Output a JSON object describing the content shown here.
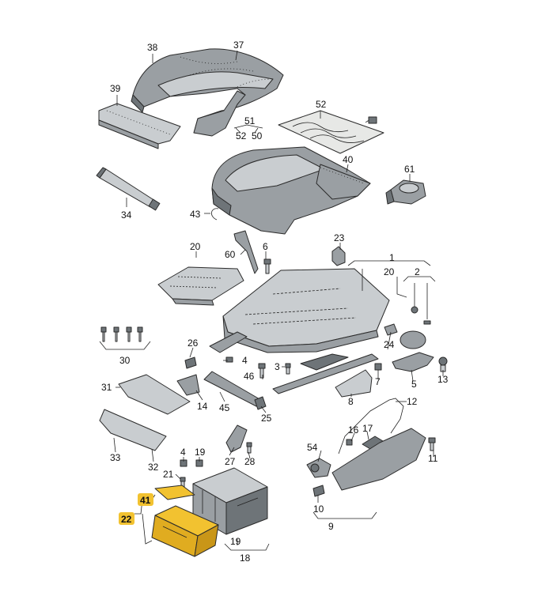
{
  "labels": {
    "l1": "1",
    "l2": "2",
    "l3": "3",
    "l4": "4",
    "l5": "5",
    "l6": "6",
    "l7": "7",
    "l8": "8",
    "l9": "9",
    "l10": "10",
    "l11": "11",
    "l12": "12",
    "l13": "13",
    "l14": "14",
    "l16": "16",
    "l17": "17",
    "l18": "18",
    "l19a": "19",
    "l19b": "19",
    "l20a": "20",
    "l20b": "20",
    "l21": "21",
    "l22": "22",
    "l23": "23",
    "l24": "24",
    "l25": "25",
    "l26": "26",
    "l27": "27",
    "l28": "28",
    "l30": "30",
    "l31": "31",
    "l32": "32",
    "l33": "33",
    "l34": "34",
    "l37": "37",
    "l38": "38",
    "l39": "39",
    "l40": "40",
    "l41": "41",
    "l43": "43",
    "l45": "45",
    "l46": "46",
    "l50": "50",
    "l51": "51",
    "l52a": "52",
    "l52b": "52",
    "l54": "54",
    "l60": "60",
    "l61": "61"
  },
  "colors": {
    "highlight": "#f2c230",
    "part_grey": "#9a9fa3",
    "part_light": "#c9cdd0",
    "part_dark": "#6e7478"
  }
}
